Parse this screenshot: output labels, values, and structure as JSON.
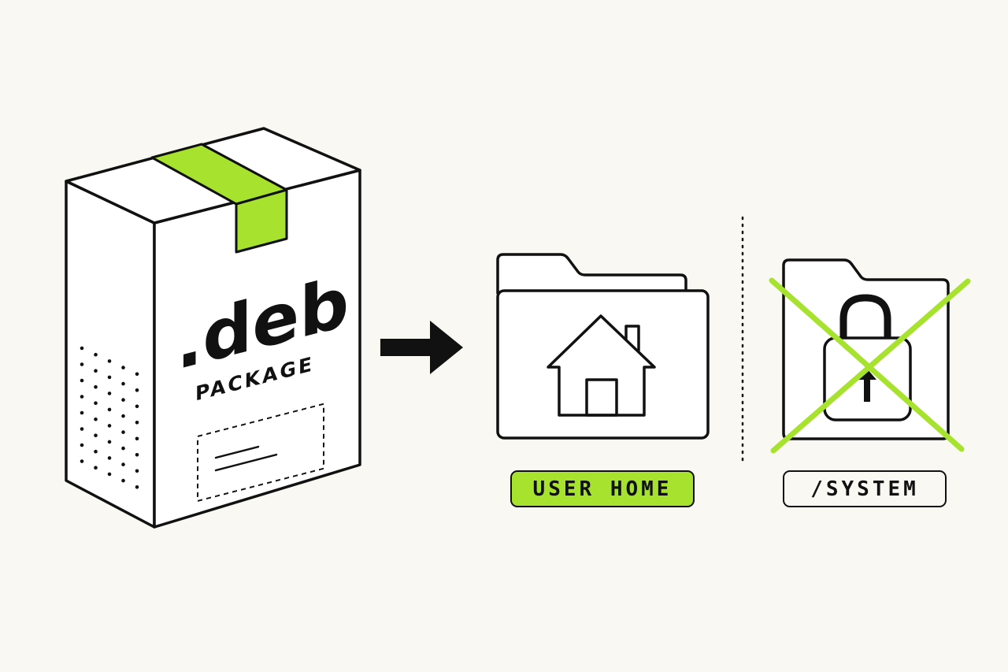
{
  "package": {
    "extension": ".deb",
    "subtitle": "PACKAGE"
  },
  "destinations": {
    "allowed": {
      "label": "USER HOME",
      "icon": "home-folder-icon"
    },
    "blocked": {
      "label": "/SYSTEM",
      "icon": "locked-folder-icon"
    }
  },
  "colors": {
    "accent": "#a6e22e",
    "ink": "#111111",
    "background": "#faf8f2",
    "panel": "#ffffff"
  }
}
